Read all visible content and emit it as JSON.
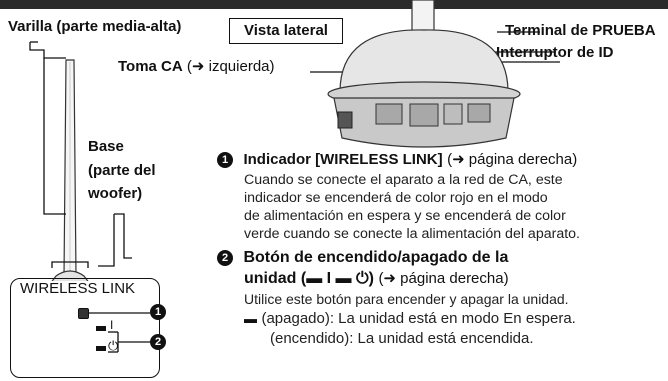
{
  "labels": {
    "rod": "Varilla (parte media-alta)",
    "side_view": "Vista lateral",
    "test_terminal": "Terminal de PRUEBA",
    "id_switch": "Interruptor de ID",
    "ac_outlet": "Toma CA",
    "ac_outlet_ref": "(➜ izquierda)",
    "base": "Base",
    "base_sub1": "(parte del",
    "base_sub2": "woofer)"
  },
  "panel": {
    "title": "WIRELESS LINK",
    "marker1": "1",
    "marker2": "2",
    "on_mark": "I",
    "standby_mark": "⏻"
  },
  "item1": {
    "number": "1",
    "heading": "Indicador [WIRELESS LINK]",
    "ref": "(➜ página derecha)",
    "lines": [
      "Cuando se conecte el aparato a la red de CA, este",
      "indicador se encenderá de color rojo en el modo",
      "de alimentación en espera y se encenderá de color",
      "verde cuando se conecte la alimentación del aparato."
    ]
  },
  "item2": {
    "number": "2",
    "heading_line1": "Botón de encendido/apagado de la",
    "heading_line2": "unidad (",
    "symbols": "▬ I ▬ ⏻",
    "heading_close": ")",
    "ref": "(➜ página derecha)",
    "line1": "Utilice este botón para encender y apagar la unidad.",
    "off_symbol": "▬",
    "off_text": "(apagado): La unidad está en  modo En espera.",
    "on_text": "(encendido): La unidad está encendida."
  }
}
